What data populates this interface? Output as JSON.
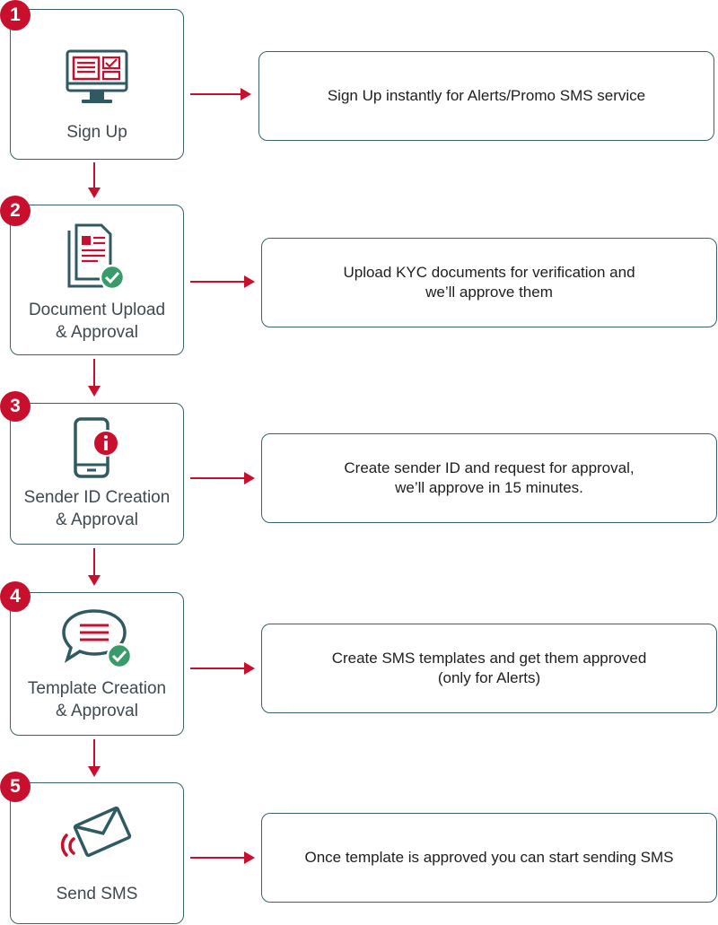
{
  "colors": {
    "accent": "#c8102e",
    "border": "#3a6268",
    "icon_dark": "#2f5a61",
    "check": "#3a9b6a"
  },
  "steps": [
    {
      "number": "1",
      "label": "Sign Up",
      "icon": "computer-form-icon",
      "description": "Sign Up instantly for Alerts/Promo SMS service"
    },
    {
      "number": "2",
      "label": "Document Upload\n& Approval",
      "icon": "document-check-icon",
      "description": "Upload  KYC documents for verification and\nwe’ll approve them"
    },
    {
      "number": "3",
      "label": "Sender ID Creation\n& Approval",
      "icon": "phone-info-icon",
      "description": "Create sender ID and request for approval,\nwe’ll approve in 15 minutes."
    },
    {
      "number": "4",
      "label": "Template Creation\n& Approval",
      "icon": "chat-check-icon",
      "description": "Create SMS templates and get them approved\n(only for Alerts)"
    },
    {
      "number": "5",
      "label": "Send SMS",
      "icon": "envelope-send-icon",
      "description": "Once template is approved you can start sending SMS"
    }
  ]
}
